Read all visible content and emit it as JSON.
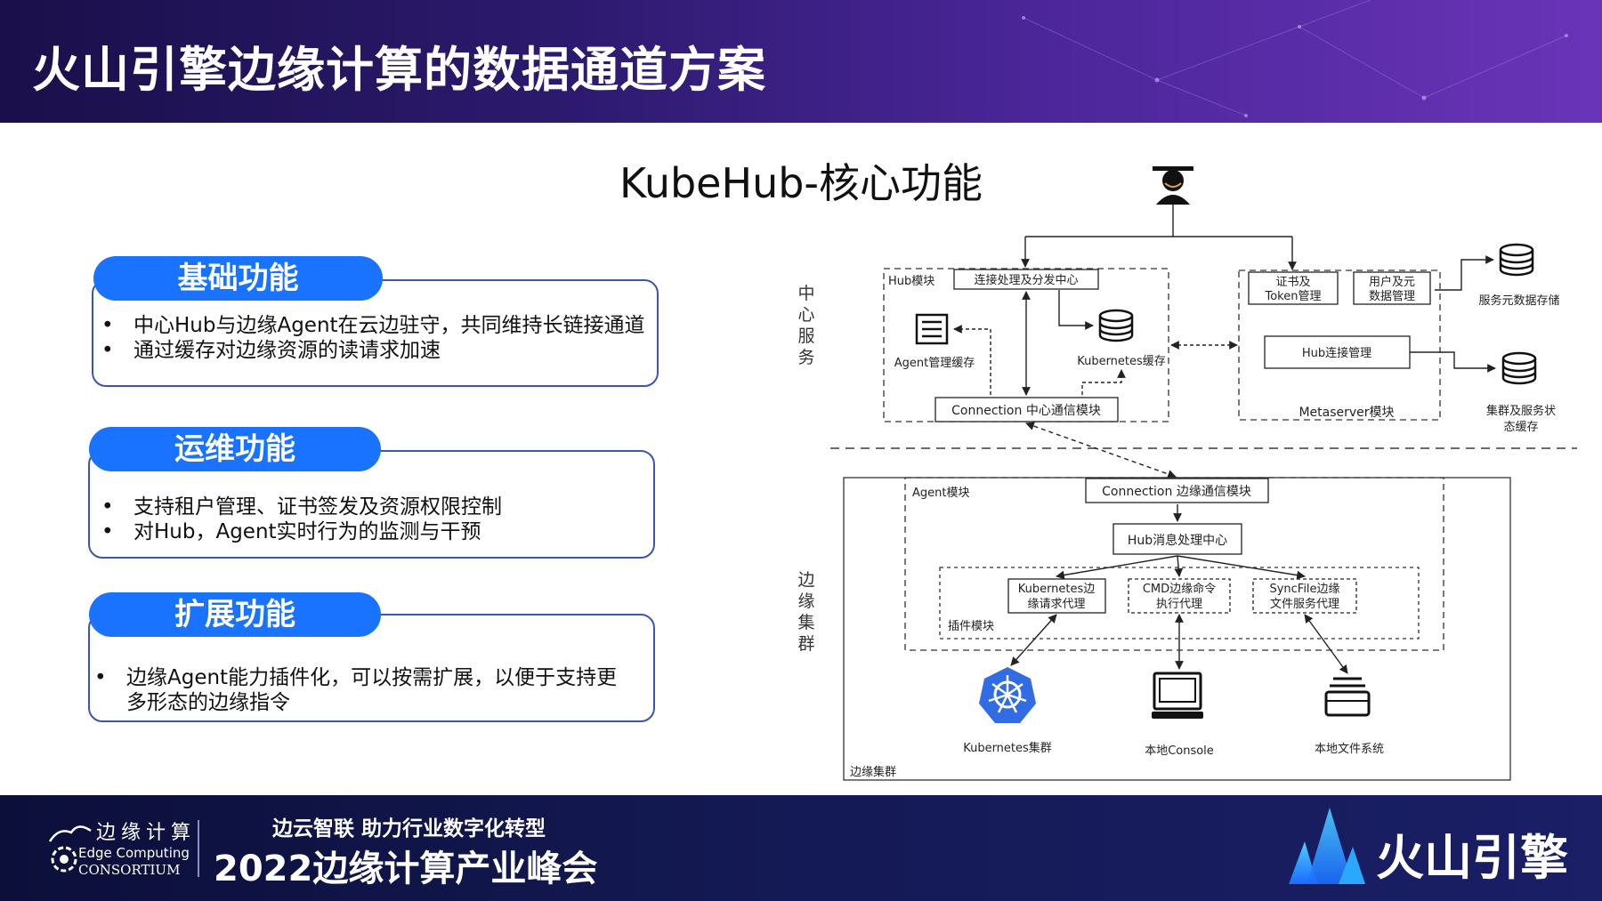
{
  "header": {
    "title": "火山引擎边缘计算的数据通道方案"
  },
  "section_title": "KubeHub-核心功能",
  "cards": [
    {
      "title": "基础功能",
      "bullets": [
        "中心Hub与边缘Agent在云边驻守，共同维持长链接通道",
        "通过缓存对边缘资源的读请求加速"
      ]
    },
    {
      "title": "运维功能",
      "bullets": [
        "支持租户管理、证书签发及资源权限控制",
        "对Hub，Agent实时行为的监测与干预"
      ]
    },
    {
      "title": "扩展功能",
      "bullets": [
        "边缘Agent能力插件化，可以按需扩展，以便于支持更多形态的边缘指令"
      ]
    }
  ],
  "diagram": {
    "center_label": "中心服务",
    "edge_label": "边缘集群",
    "hub_module": "Hub模块",
    "conn_dispatch": "连接处理及分发中心",
    "agent_cache": "Agent管理缓存",
    "k8s_cache": "Kubernetes缓存",
    "conn_center": "Connection 中心通信模块",
    "cert_token": [
      "证书及",
      "Token管理"
    ],
    "user_meta": [
      "用户及元",
      "数据管理"
    ],
    "service_storage": "服务元数据存储",
    "hub_conn_mgmt": "Hub连接管理",
    "metaserver": "Metaserver模块",
    "cluster_cache": [
      "集群及服务状",
      "态缓存"
    ],
    "agent_module": "Agent模块",
    "conn_edge": "Connection 边缘通信模块",
    "hub_msg": "Hub消息处理中心",
    "k8s_proxy": [
      "Kubernetes边",
      "缘请求代理"
    ],
    "cmd_proxy": [
      "CMD边缘命令",
      "执行代理"
    ],
    "syncfile_proxy": [
      "SyncFile边缘",
      "文件服务代理"
    ],
    "plugin_module": "插件模块",
    "k8s_cluster": "Kubernetes集群",
    "local_console": "本地Console",
    "local_fs": "本地文件系统",
    "edge_cluster_box": "边缘集群"
  },
  "footer": {
    "ecc_cn": "边缘计算",
    "ecc_en1": "Edge Computing",
    "ecc_en2": "CONSORTIUM",
    "slogan": "边云智联  助力行业数字化转型",
    "event": "2022边缘计算产业峰会",
    "brand": "火山引擎"
  },
  "colors": {
    "accent_blue": "#1a73ff",
    "card_border": "#3a55b5",
    "k8s_blue": "#326ce5"
  }
}
